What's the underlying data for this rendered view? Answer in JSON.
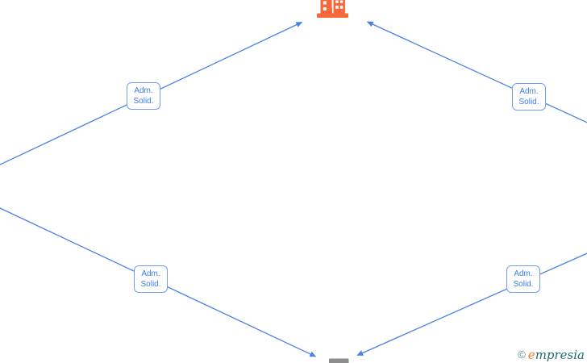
{
  "diagram": {
    "type": "company-relations-graph",
    "description_visible_elements": "four directed edges from off-screen entities to a top company node and a bottom company node"
  },
  "colors": {
    "edge_blue": "#4a80e2",
    "label_text_blue": "#3d7ce8",
    "label_border_blue": "#72a0ef",
    "company_orange": "#f9683a",
    "company_gray": "#8d8d8d",
    "watermark_teal": "#1e6a72",
    "watermark_orange": "#ee7c2c",
    "copyright_gray": "#5f888c",
    "window_white": "#ffffff"
  },
  "nodes": {
    "top_company": {
      "icon": "building-icon",
      "color": "#f9683a"
    },
    "bottom_company": {
      "icon": "building-icon-partial",
      "color": "#8d8d8d"
    }
  },
  "edges": [
    {
      "id": "top-left",
      "label_line1": "Adm.",
      "label_line2": "Solid."
    },
    {
      "id": "top-right",
      "label_line1": "Adm.",
      "label_line2": "Solid."
    },
    {
      "id": "bottom-left",
      "label_line1": "Adm.",
      "label_line2": "Solid."
    },
    {
      "id": "bottom-right",
      "label_line1": "Adm.",
      "label_line2": "Solid."
    }
  ],
  "watermark": {
    "copyright_symbol": "©",
    "brand_initial": "e",
    "brand_rest": "mpresia"
  }
}
